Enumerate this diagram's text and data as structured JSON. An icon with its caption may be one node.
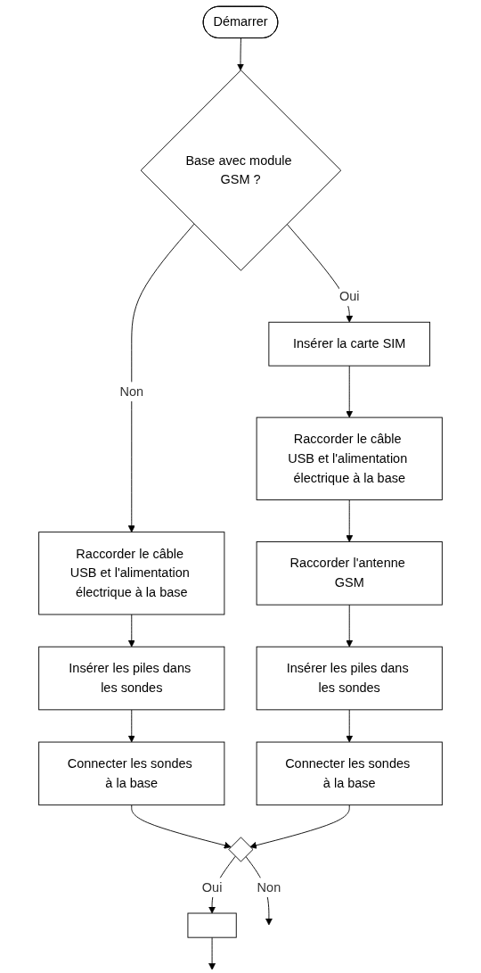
{
  "diagram": {
    "nodes": [
      {
        "text": [
          "Démarrer"
        ]
      },
      {
        "text": [
          "Base avec module GSM ?"
        ]
      },
      {
        "text": [
          "Insérer la carte SIM"
        ]
      },
      {
        "text": [
          "Raccorder le câble USB et l'alimentation électrique à la base"
        ]
      },
      {
        "text": [
          "Raccorder le câble USB et l'alimentation électrique à la base"
        ]
      },
      {
        "text": [
          "Raccorder l'antenne GSM"
        ]
      },
      {
        "text": [
          "Insérer les piles dans les sondes"
        ]
      },
      {
        "text": [
          "Insérer les piles dans les sondes"
        ]
      },
      {
        "text": [
          "Connecter les sondes à la base"
        ]
      },
      {
        "text": [
          "Connecter les sondes à la base"
        ]
      },
      {
        "text": [],
        "shape": "diamond"
      },
      {
        "text": [],
        "shape": "box"
      }
    ],
    "edges": [
      {
        "from": 0,
        "to": 1,
        "arrow": "to"
      },
      {
        "from": 1,
        "to": 2,
        "arrow": "to",
        "label": "Oui"
      },
      {
        "from": 1,
        "to": 3,
        "arrow": "to",
        "label": "Non"
      },
      {
        "from": 2,
        "to": 4,
        "arrow": "to"
      },
      {
        "from": 4,
        "to": 5,
        "arrow": "to"
      },
      {
        "from": 5,
        "to": 7,
        "arrow": "to"
      },
      {
        "from": 7,
        "to": 9,
        "arrow": "to"
      },
      {
        "from": 3,
        "to": 6,
        "arrow": "to"
      },
      {
        "from": 6,
        "to": 8,
        "arrow": "to"
      },
      {
        "from": 8,
        "to": 10,
        "arrow": "to"
      },
      {
        "from": 9,
        "to": 10,
        "arrow": "to"
      },
      {
        "from": 10,
        "to": 11,
        "arrow": "to",
        "label": "Oui"
      },
      {
        "from": 10,
        "to": null,
        "arrow": "to",
        "label": "Non"
      },
      {
        "from": 11,
        "to": null,
        "arrow": "to"
      }
    ]
  }
}
